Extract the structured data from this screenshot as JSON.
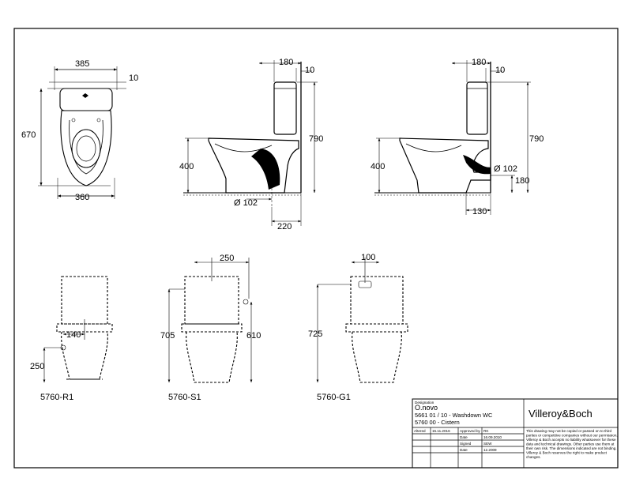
{
  "views": {
    "top": {
      "width_top": "385",
      "offset_top": "10",
      "length": "670",
      "width_bottom": "360"
    },
    "side_r1": {
      "cistern_depth": "180",
      "cistern_gap": "10",
      "total_height": "790",
      "seat_height": "400",
      "outlet_dia": "Ø 102",
      "outlet_dist": "220"
    },
    "side_s1": {
      "cistern_depth": "180",
      "cistern_gap": "10",
      "total_height": "790",
      "seat_height": "400",
      "outlet_dia": "Ø 102",
      "outlet_height": "180",
      "outlet_dist": "130"
    }
  },
  "fronts": [
    {
      "code": "5760-R1",
      "inlet_offset": "140",
      "inlet_height": "250"
    },
    {
      "code": "5760-S1",
      "inlet_offset": "250",
      "total_height": "705",
      "inlet_height": "610"
    },
    {
      "code": "5760-G1",
      "inlet_offset": "100",
      "total_height": "725"
    }
  ],
  "title_block": {
    "designation_label": "Designation",
    "product": "O.novo",
    "line1": "5661 01 / 10 - Washdown WC",
    "line2": "5760 00 - Cistern",
    "brand": "Villeroy&Boch",
    "rows": [
      {
        "k1": "Altered",
        "v1": "15.11.2016",
        "k2": "Approved by",
        "v2": "RK"
      },
      {
        "k1": "",
        "v1": "",
        "k2": "Date",
        "v2": "16.09.2010"
      },
      {
        "k1": "",
        "v1": "",
        "k2": "Signed",
        "v2": "SEW"
      },
      {
        "k1": "",
        "v1": "",
        "k2": "Date",
        "v2": "12.2009"
      }
    ],
    "disclaimer": [
      "This drawing may not be copied or passed on to third",
      "parties or competitive companies without our permission.",
      "Villeroy & Boch accepts no liability whatsoever for these",
      "data and technical drawings. Other parties use them at",
      "their own risk. The dimensions indicated are not binding.",
      "Villeroy & Boch reserves the right to make product",
      "changes."
    ]
  }
}
